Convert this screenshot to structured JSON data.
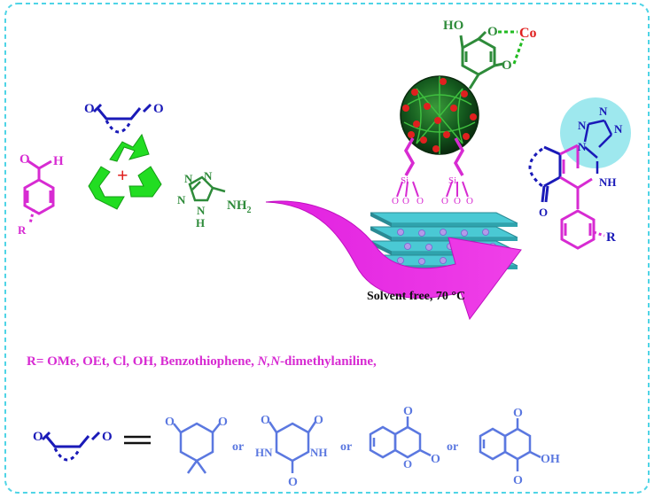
{
  "reaction": {
    "aldehyde": {
      "carbonyl_o": "O",
      "carbonyl_h": "H",
      "substituent": "R"
    },
    "dicarbonyl": {
      "o_left": "O",
      "o_right": "O"
    },
    "aminotetrazole": {
      "n_labels": [
        "N",
        "N",
        "N"
      ],
      "nh": "N",
      "h": "H",
      "nh2": "NH",
      "nh2_sub": "2"
    },
    "catalyst": {
      "ho": "HO",
      "o1": "O",
      "o2": "O",
      "metal": "Co",
      "si_left": "Si",
      "si_right": "Si",
      "o_labels": [
        "O",
        "O",
        "O",
        "O",
        "O",
        "O"
      ]
    },
    "conditions": "Solvent free, 70 °C",
    "product": {
      "n_labels": [
        "N",
        "N",
        "N",
        "N"
      ],
      "nh": "NH",
      "o": "O",
      "r": "R"
    }
  },
  "r_groups": {
    "prefix": "R= OMe, OEt,  Cl, OH, Benzothiophene, ",
    "italic": "N,N",
    "suffix": "-dimethylaniline,"
  },
  "dicarbonyl_options": {
    "or_labels": [
      "or",
      "or",
      "or"
    ],
    "dimedone": {
      "o1": "O",
      "o2": "O"
    },
    "barbituric": {
      "hn": "HN",
      "nh": "NH",
      "o1": "O",
      "o2": "O",
      "o3": "O"
    },
    "hydroxycoumarin": {
      "o1": "O",
      "o2": "O",
      "o3": "O"
    },
    "lawsone": {
      "o1": "O",
      "o2": "O",
      "oh": "OH"
    }
  },
  "colors": {
    "magenta": "#d72bd2",
    "blue": "#1a1ab8",
    "green": "#2e8b3a",
    "lime": "#22dd22",
    "red": "#e0201f",
    "periwinkle": "#5b78e0",
    "cyan": "#9ee8ee",
    "border": "#4fd4e6"
  }
}
